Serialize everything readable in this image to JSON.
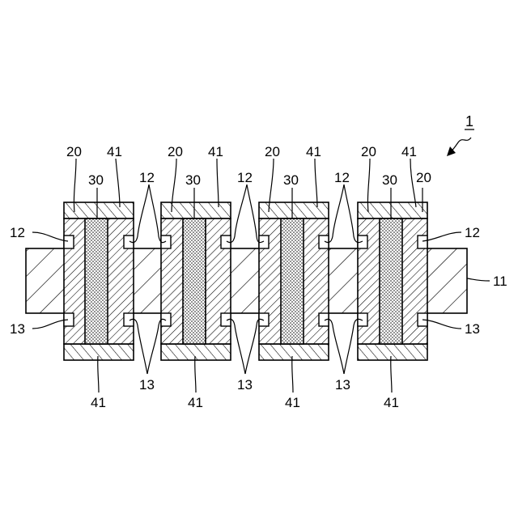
{
  "figure": {
    "ref_main": "1",
    "labels": {
      "top_row": [
        "20",
        "41",
        "20",
        "41",
        "20",
        "41",
        "20",
        "41"
      ],
      "second_row": [
        "30",
        "12",
        "30",
        "12",
        "30",
        "12",
        "30",
        "20"
      ],
      "left_12": "12",
      "left_13": "13",
      "right_12": "12",
      "right_13": "13",
      "right_11": "11",
      "bottom_13": [
        "13",
        "13",
        "13"
      ],
      "bottom_41": [
        "41",
        "41",
        "41",
        "41"
      ]
    }
  }
}
